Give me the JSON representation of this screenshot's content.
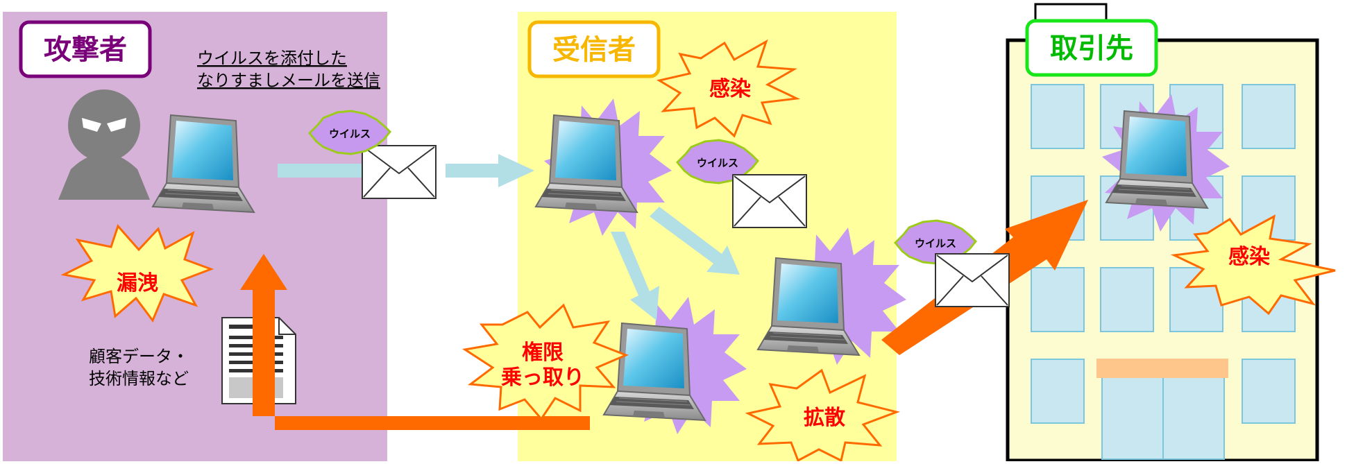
{
  "zones": {
    "attacker": {
      "title": "攻撃者",
      "caption_line1": "ウイルスを添付した",
      "caption_line2": "なりすましメールを送信"
    },
    "receiver": {
      "title": "受信者"
    },
    "partner": {
      "title": "取引先"
    }
  },
  "labels": {
    "virus": "ウイルス",
    "leak": "漏洩",
    "data_line1": "顧客データ・",
    "data_line2": "技術情報など",
    "infection": "感染",
    "takeover_line1": "権限",
    "takeover_line2": "乗っ取り",
    "spread": "拡散",
    "partner_infection": "感染"
  },
  "colors": {
    "attacker_bg": "#d6b2d8",
    "receiver_bg": "#ffff9e",
    "partner_bg": "#fdfbd0",
    "attacker_title": "#7a007a",
    "receiver_title": "#f7b600",
    "partner_title": "#00cc00",
    "orange_arrow": "#ff6a00",
    "blue_arrow": "#b2dfe6",
    "burst_fill": "#ffff9c",
    "burst_stroke": "#ff6a00",
    "virus_fill": "#c699ee",
    "virus_stroke": "#9ccb19",
    "purple_burst": "#c89bf2",
    "window_fill": "#c8e7f1"
  },
  "icons": [
    "attacker-silhouette-icon",
    "laptop-icon",
    "envelope-icon",
    "document-icon",
    "building-icon"
  ]
}
